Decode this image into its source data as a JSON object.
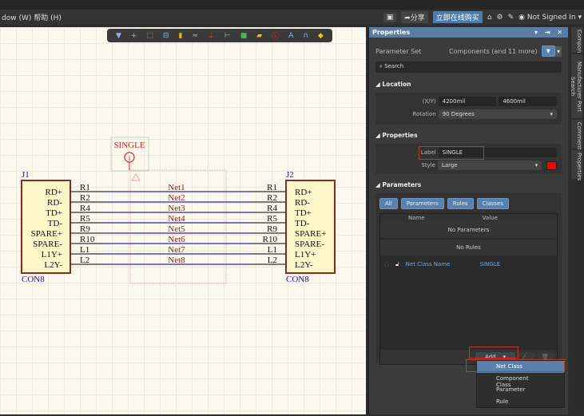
{
  "menubar": {
    "menu_text": "dow (W)  帮助 (H)",
    "share": "分享",
    "buy": "立即在线购买",
    "user": "Not Signed In"
  },
  "toolbar": {
    "icons": [
      "filter-icon",
      "cross-icon",
      "select-rect-icon",
      "align-icon",
      "part-icon",
      "bus-icon",
      "ground-icon",
      "port-icon",
      "sheet-icon",
      "net-label-icon",
      "directive-icon",
      "text-icon",
      "arc-icon",
      "power-icon"
    ]
  },
  "schematic": {
    "directive_label": "SINGLE",
    "directive_symbol": "i",
    "j1": {
      "designator": "J1",
      "comment": "CON8",
      "pins": [
        "RD+",
        "RD-",
        "TD+",
        "TD-",
        "SPARE+",
        "SPARE-",
        "L1Y+",
        "L2Y-"
      ]
    },
    "j2": {
      "designator": "J2",
      "comment": "CON8",
      "pins": [
        "RD+",
        "RD-",
        "TD+",
        "TD-",
        "SPARE+",
        "SPARE-",
        "L1Y+",
        "L2Y-"
      ]
    },
    "wire_labels": [
      "R1",
      "R2",
      "R4",
      "R5",
      "R9",
      "R10",
      "L1",
      "L2"
    ],
    "nets": [
      "Net1",
      "Net2",
      "Net3",
      "Net4",
      "Net5",
      "Net6",
      "Net7",
      "Net8"
    ]
  },
  "panel": {
    "title": "Properties",
    "parameter_set_label": "Parameter Set",
    "parameter_set_value": "Components (and 11 more)",
    "search_placeholder": "Search",
    "location": {
      "title": "Location",
      "xy_label": "(X/Y)",
      "x": "4200mil",
      "y": "4600mil",
      "rotation_label": "Rotation",
      "rotation": "90 Degrees"
    },
    "properties": {
      "title": "Properties",
      "label_label": "Label",
      "label": "SINGLE",
      "style_label": "Style",
      "style": "Large",
      "color": "#ff0000"
    },
    "parameters": {
      "title": "Parameters",
      "filters": [
        "All",
        "Parameters",
        "Rules",
        "Classes"
      ],
      "col_name": "Name",
      "col_value": "Value",
      "no_params": "No Parameters",
      "no_rules": "No Rules",
      "row_name": "Net Class Name",
      "row_value": "SINGLE",
      "add": "Add..."
    }
  },
  "add_menu": [
    "Net Class",
    "Component Class",
    "Parameter",
    "Rule"
  ],
  "side_tabs": [
    "Components",
    "Manufacturer Part Search",
    "Comments",
    "Properties"
  ]
}
